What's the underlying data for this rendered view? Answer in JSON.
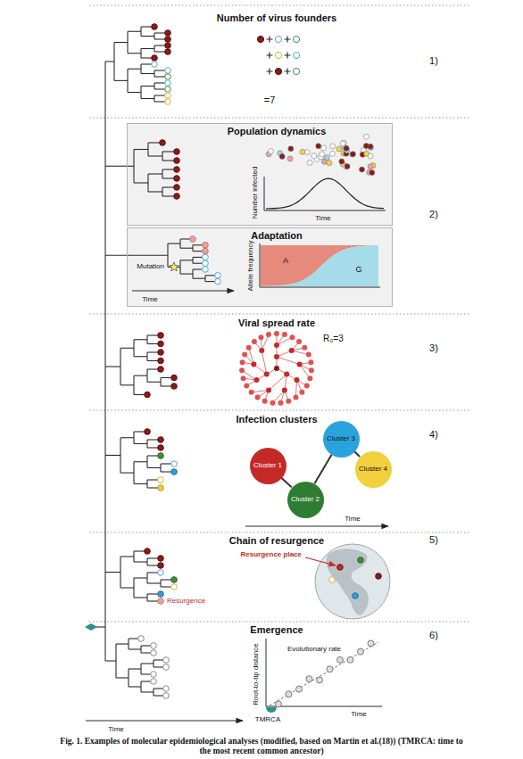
{
  "diagram": {
    "caption": "Fig. 1. Examples of molecular epidemiological analyses (modified, based on Martin et al.(18)) (TMRCA: time to the most recent common ancestor)",
    "nodes": [
      {
        "text": [
          "Population dynamics",
          "Number infected",
          "Time"
        ]
      },
      {
        "text": [
          "Adaptation",
          "Mutation",
          "Allele frequency",
          "A",
          "G",
          "Time"
        ]
      },
      {
        "text": [
          "Cluster 1"
        ]
      },
      {
        "text": [
          "Cluster 2"
        ]
      },
      {
        "text": [
          "Cluster 3"
        ]
      },
      {
        "text": [
          "Cluster 4"
        ]
      }
    ],
    "edges": [
      {
        "from": 2,
        "to": 3,
        "arrow": "none"
      },
      {
        "from": 3,
        "to": 4,
        "arrow": "none"
      },
      {
        "from": 4,
        "to": 5,
        "arrow": "none"
      }
    ],
    "labels": [
      "Number of virus founders",
      "=7",
      "1)",
      "2)",
      "Viral spread rate",
      "R₀=3",
      "3)",
      "Infection clusters",
      "Time",
      "4)",
      "Chain of resurgence",
      "Resurgence place",
      "Resurgence",
      "5)",
      "Emergence",
      "Root-to-tip distance",
      "Evolutionary rate",
      "Time",
      "TMRCA",
      "6)",
      "Time"
    ]
  }
}
